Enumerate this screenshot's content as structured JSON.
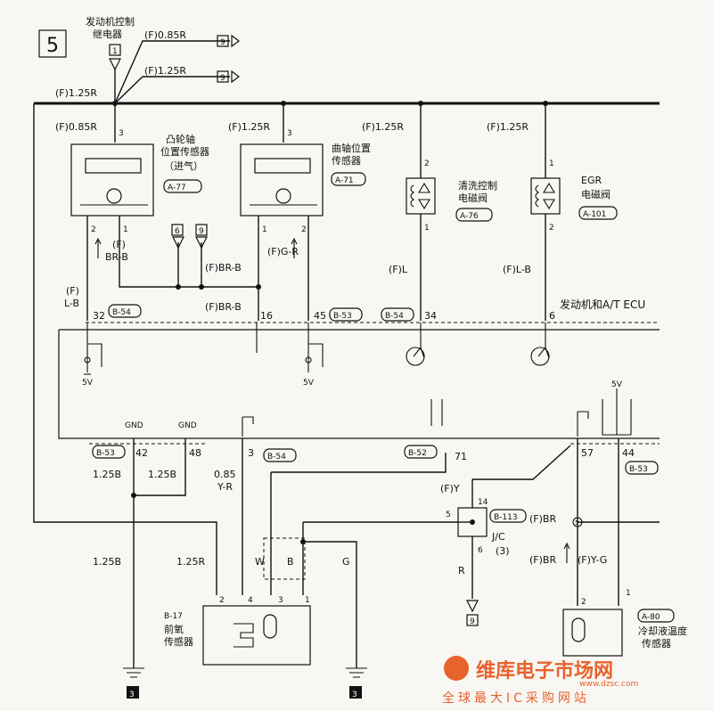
{
  "page_number": "5",
  "labels": {
    "relay": "发动机控制\n继电器",
    "relay_pin": "1",
    "f085r_top": "(F)0.85R",
    "f125r_top": "(F)1.25R",
    "f125r_left": "(F)1.25R",
    "g9": "9",
    "camshaft_title": "凸轮轴\n位置传感器\n（进气）",
    "camshaft_id": "A-77",
    "camshaft_wire": "(F)0.85R",
    "crank_title": "曲轴位置\n传感器",
    "crank_id": "A-71",
    "crank_wire": "(F)1.25R",
    "purge_title": "清洗控制\n电磁阀",
    "purge_id": "A-76",
    "purge_wire": "(F)1.25R",
    "egr_title": "EGR\n电磁阀",
    "egr_id": "A-101",
    "egr_wire": "(F)1.25R",
    "w_brb": "(F)\nBR-B",
    "w_brb2": "(F)BR-B",
    "w_brb3": "(F)BR-B",
    "w_gr": "(F)G-R",
    "w_lb": "(F)\nL-B",
    "w_l": "(F)L",
    "w_lb2": "(F)L-B",
    "ecu_title": "发动机和A/T ECU",
    "c_b54": "B-54",
    "c_b53": "B-53",
    "c_b52": "B-52",
    "p32": "32",
    "p16": "16",
    "p45": "45",
    "p34": "34",
    "p6": "6",
    "p42": "42",
    "p48": "48",
    "p3": "3",
    "p71": "71",
    "p57": "57",
    "p44": "44",
    "gnd": "GND",
    "v5": "5V",
    "w125b": "1.25B",
    "w085": "0.85\nY-R",
    "w125r": "1.25R",
    "w_g": "G",
    "w_w": "W",
    "w_b": "B",
    "w_fy": "(F)Y",
    "w_r": "R",
    "jc_id": "B-113",
    "jc_label": "J/C\n(3)",
    "jc_p14": "14",
    "jc_p5": "5",
    "jc_p6": "6",
    "w_fbr": "(F)BR",
    "w_fyg": "(F)Y-G",
    "o2_id": "B-17",
    "o2_title": "前氧\n传感器",
    "cool_id": "A-80",
    "cool_title": "冷却液温度\n传感器",
    "g3": "3",
    "logo_main": "维库电子市场网",
    "logo_url": "www.dzsc.com",
    "logo_sub": "全球最大IC采购网站"
  },
  "colors": {
    "line": "#111111",
    "paper": "#f8f7f3",
    "logo": "#e8622c"
  }
}
